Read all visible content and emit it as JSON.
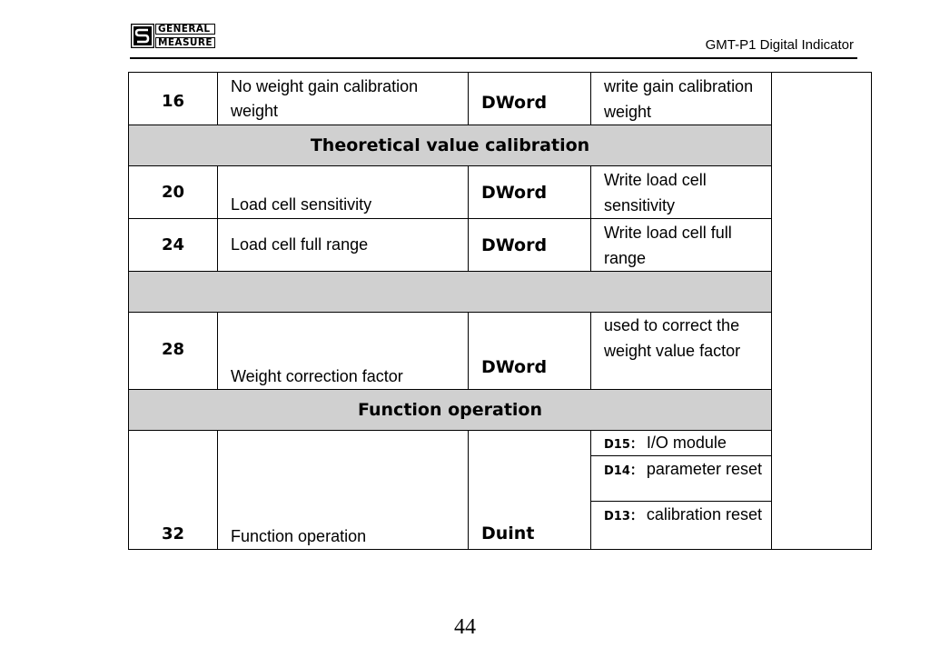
{
  "header": {
    "logo_line1": "GENERAL",
    "logo_line2": "MEASURE",
    "doc_title": "GMT-P1 Digital Indicator"
  },
  "table": {
    "rows": [
      {
        "num": "16",
        "desc": "No weight gain calibration weight",
        "type": "DWord",
        "func": "write gain calibration weight"
      },
      {
        "section": "Theoretical value calibration"
      },
      {
        "num": "20",
        "desc": "Load cell sensitivity",
        "type": "DWord",
        "func": "Write load cell sensitivity"
      },
      {
        "num": "24",
        "desc": "Load cell full range",
        "type": "DWord",
        "func": "Write load cell full range"
      },
      {
        "section": ""
      },
      {
        "num": "28",
        "desc": "Weight correction factor",
        "type": "DWord",
        "func": "used to correct the weight value factor"
      },
      {
        "section": "Function operation"
      },
      {
        "num": "32",
        "desc": "Function operation",
        "type": "Duint",
        "bits": [
          {
            "code": "D15：",
            "text": "I/O module"
          },
          {
            "code": "D14：",
            "text": "parameter reset"
          },
          {
            "code": "D13：",
            "text": "calibration reset"
          }
        ]
      }
    ]
  },
  "footer": {
    "page_number": "44"
  }
}
